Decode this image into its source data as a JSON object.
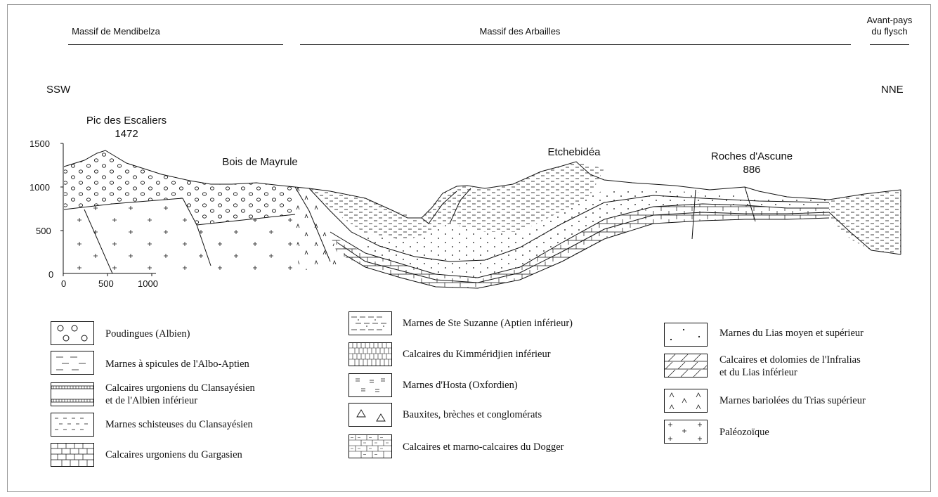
{
  "regions": [
    {
      "label": "Massif de Mendibelza"
    },
    {
      "label": "Massif des Arbailles"
    },
    {
      "label": "Avant-pays\ndu flysch"
    }
  ],
  "orientation": {
    "left": "SSW",
    "right": "NNE"
  },
  "places": [
    {
      "label": "Pic des Escaliers\n1472"
    },
    {
      "label": "Bois de Mayrule"
    },
    {
      "label": "Etchebidéa"
    },
    {
      "label": "Roches d'Ascune\n886"
    }
  ],
  "axes": {
    "y_ticks": [
      "1500",
      "1000",
      "500",
      "0"
    ],
    "x_ticks": [
      "0",
      "500",
      "1000"
    ]
  },
  "legend": [
    {
      "label": "Poudingues (Albien)",
      "pattern": "circles"
    },
    {
      "label": "Marnes à spicules de l'Albo-Aptien",
      "pattern": "dashes-sparse"
    },
    {
      "label": "Calcaires urgoniens du Clansayésien\net de l'Albien inférieur",
      "pattern": "hatched-bands"
    },
    {
      "label": "Marnes schisteuses du Clansayésien",
      "pattern": "dashes-dense"
    },
    {
      "label": "Calcaires urgoniens du Gargasien",
      "pattern": "bricks"
    },
    {
      "label": "Marnes de Ste Suzanne (Aptien inférieur)",
      "pattern": "dash-dot"
    },
    {
      "label": "Calcaires du Kimméridjien inférieur",
      "pattern": "bricks-narrow"
    },
    {
      "label": "Marnes d'Hosta (Oxfordien)",
      "pattern": "double-dashes"
    },
    {
      "label": "Bauxites, brèches et conglomérats",
      "pattern": "triangles"
    },
    {
      "label": "Calcaires et marno-calcaires du Dogger",
      "pattern": "bricks-dashes"
    },
    {
      "label": "Marnes du Lias moyen et supérieur",
      "pattern": "dots"
    },
    {
      "label": "Calcaires et dolomies de l'Infralias\net du Lias inférieur",
      "pattern": "diagonals"
    },
    {
      "label": "Marnes bariolées du Trias supérieur",
      "pattern": "carets"
    },
    {
      "label": "Paléozoïque",
      "pattern": "crosses"
    }
  ]
}
